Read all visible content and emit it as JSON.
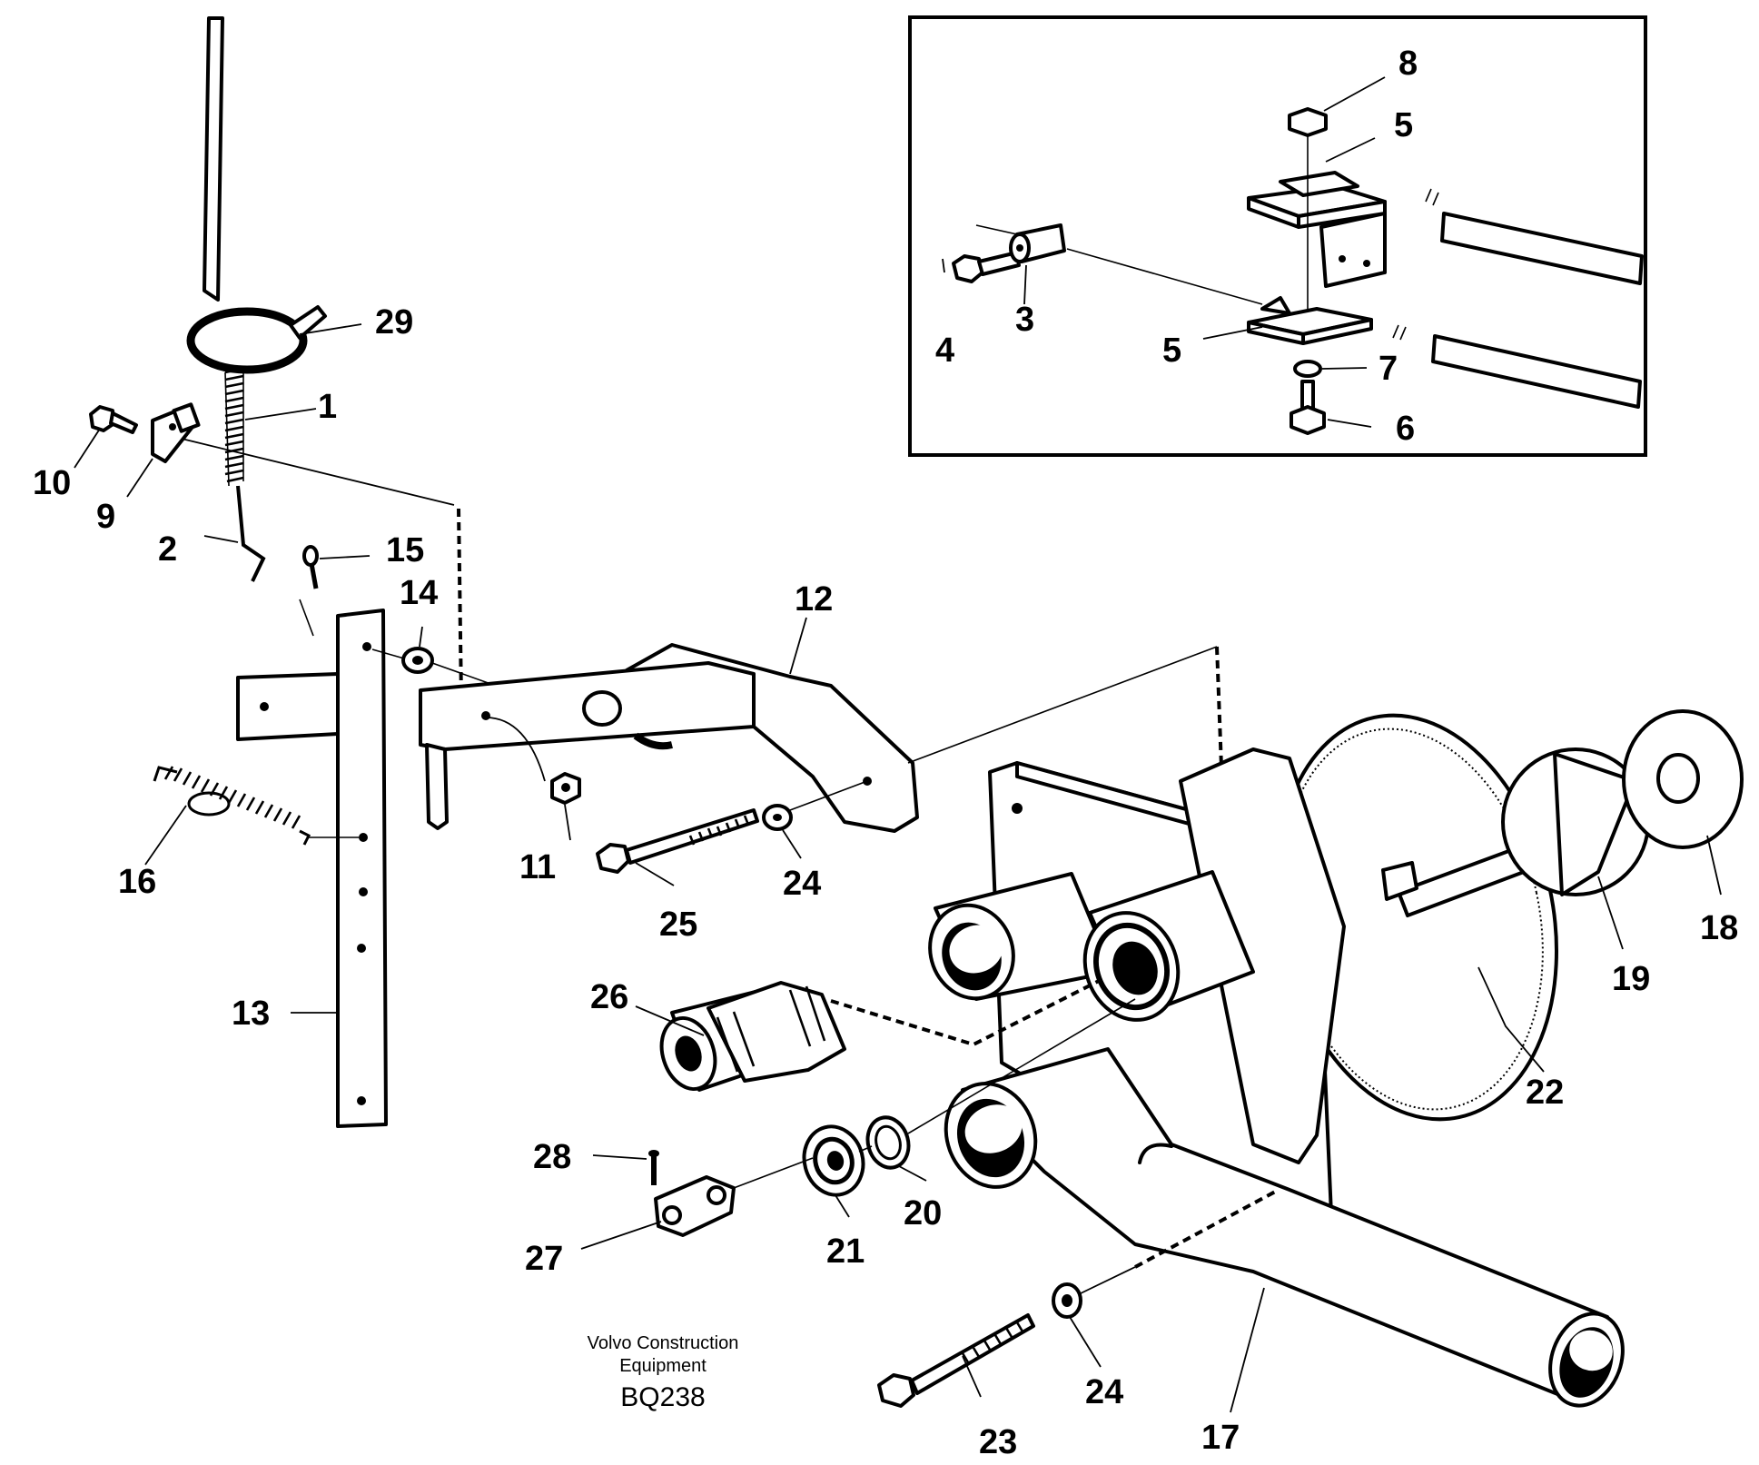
{
  "diagram": {
    "caption": {
      "line1": "Volvo Construction",
      "line2": "Equipment",
      "code": "BQ238"
    },
    "callouts": [
      {
        "id": "c1",
        "label": "1"
      },
      {
        "id": "c2",
        "label": "2"
      },
      {
        "id": "c3",
        "label": "3"
      },
      {
        "id": "c4",
        "label": "4"
      },
      {
        "id": "c5a",
        "label": "5"
      },
      {
        "id": "c5b",
        "label": "5"
      },
      {
        "id": "c6",
        "label": "6"
      },
      {
        "id": "c7",
        "label": "7"
      },
      {
        "id": "c8",
        "label": "8"
      },
      {
        "id": "c9",
        "label": "9"
      },
      {
        "id": "c10",
        "label": "10"
      },
      {
        "id": "c11",
        "label": "11"
      },
      {
        "id": "c12",
        "label": "12"
      },
      {
        "id": "c13",
        "label": "13"
      },
      {
        "id": "c14",
        "label": "14"
      },
      {
        "id": "c15",
        "label": "15"
      },
      {
        "id": "c16",
        "label": "16"
      },
      {
        "id": "c17",
        "label": "17"
      },
      {
        "id": "c18",
        "label": "18"
      },
      {
        "id": "c19",
        "label": "19"
      },
      {
        "id": "c20",
        "label": "20"
      },
      {
        "id": "c21",
        "label": "21"
      },
      {
        "id": "c22",
        "label": "22"
      },
      {
        "id": "c23",
        "label": "23"
      },
      {
        "id": "c24a",
        "label": "24"
      },
      {
        "id": "c24b",
        "label": "24"
      },
      {
        "id": "c25",
        "label": "25"
      },
      {
        "id": "c26",
        "label": "26"
      },
      {
        "id": "c27",
        "label": "27"
      },
      {
        "id": "c28",
        "label": "28"
      },
      {
        "id": "c29",
        "label": "29"
      }
    ]
  }
}
